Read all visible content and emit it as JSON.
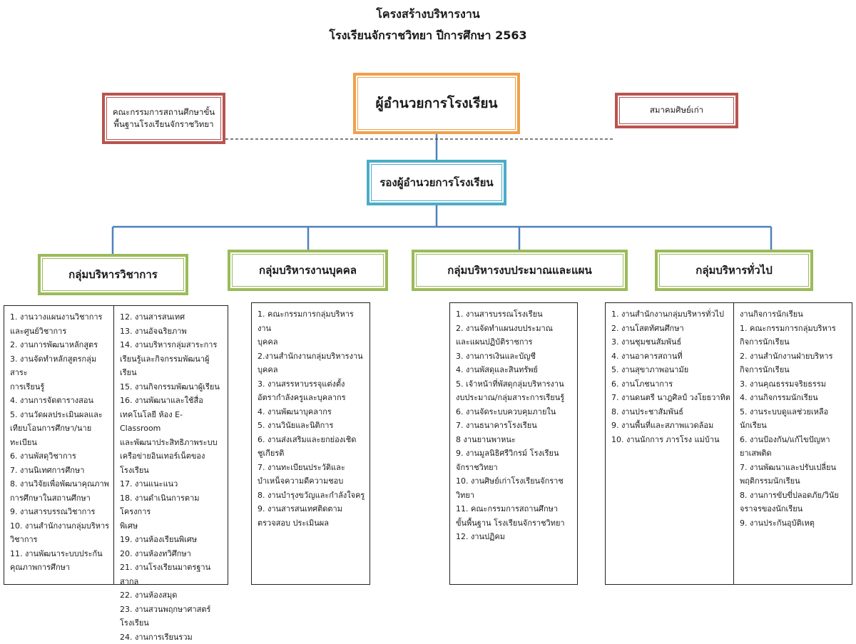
{
  "title": {
    "line1": "โครงสร้างบริหารงาน",
    "line2": "โรงเรียนจักราชวิทยา ปีการศึกษา 2563"
  },
  "top": {
    "director": "ผู้อำนวยการโรงเรียน",
    "committee": "คณะกรรมการสถานศึกษาขั้นพื้นฐานโรงเรียนจักราชวิทยา",
    "alumni": "สมาคมศิษย์เก่า",
    "deputy": "รองผู้อำนวยการโรงเรียน"
  },
  "groups": [
    {
      "name": "กลุ่มบริหารวิชาการ"
    },
    {
      "name": "กลุ่มบริหารงานบุคคล"
    },
    {
      "name": "กลุ่มบริหารงบประมาณและแผน"
    },
    {
      "name": "กลุ่มบริหารทั่วไป"
    }
  ],
  "lists": {
    "academic_a": [
      "1. งานวางแผนงานวิชาการ",
      "และศูนย์วิชาการ",
      "2. งานการพัฒนาหลักสูตร",
      "3. งานจัดทำหลักสูตรกลุ่มสาระ",
      "การเรียนรู้",
      "4. งานการจัดตารางสอน",
      "5. งานวัดผลประเมินผลและ",
      "เทียบโอนการศึกษา/นาย",
      "ทะเบียน",
      "6. งานพัสดุวิชาการ",
      "7. งานนิเทศการศึกษา",
      "8. งานวิจัยเพื่อพัฒนาคุณภาพ",
      "การศึกษาในสถานศึกษา",
      "9. งานสารบรรณวิชาการ",
      "10. งานสำนักงานกลุ่มบริหาร",
      "วิชาการ",
      "11. งานพัฒนาระบบประกัน",
      "คุณภาพการศึกษา"
    ],
    "academic_b": [
      "12. งานสารสนเทศ",
      "13. งานอัจฉริยภาพ",
      "14. งานบริหารกลุ่มสาระการ",
      "เรียนรู้และกิจกรรมพัฒนาผู้เรียน",
      "15. งานกิจกรรมพัฒนาผู้เรียน",
      "16. งานพัฒนาและใช้สื่อ",
      "เทคโนโลยี ห้อง E- Classroom",
      "และพัฒนาประสิทธิภาพระบบ",
      "เครือข่ายอินเทอร์เน็ตของโรงเรียน",
      "17. งานแนะแนว",
      "18. งานดำเนินการตามโครงการ",
      "พิเศษ",
      "19. งานห้องเรียนพิเศษ",
      "20. งานห้องทวิศึกษา",
      "21. งานโรงเรียนมาตรฐานสากล",
      "22. งานห้องสมุด",
      "23. งานสวนพฤกษาศาสตร์",
      "โรงเรียน",
      "24. งานการเรียนรวม"
    ],
    "personnel": [
      "1. คณะกรรมการกลุ่มบริหารงาน",
      "บุคคล",
      "2.งานสำนักงานกลุ่มบริหารงาน",
      "บุคคล",
      "3. งานสรรหาบรรจุแต่งตั้ง",
      "อัตรากำลังครูและบุคลากร",
      "4. งานพัฒนาบุคลากร",
      "5. งานวินัยและนิติการ",
      "6. งานส่งเสริมและยกย่องเชิด",
      "ชูเกียรติ",
      "7. งานทะเบียนประวัติและ",
      "บำเหน็จความดีความชอบ",
      "8. งานบำรุงขวัญและกำลังใจครู",
      "9. งานสารสนเทศติดตาม",
      "ตรวจสอบ ประเมินผล"
    ],
    "budget": [
      "1. งานสารบรรณโรงเรียน",
      "2. งานจัดทำแผนงบประมาณ",
      "และแผนปฏิบัติราชการ",
      "3. งานการเงินและบัญชี",
      "4. งานพัสดุและสินทรัพย์",
      "5. เจ้าหน้าที่พัสดุกลุ่มบริหารงาน",
      "งบประมาณ/กลุ่มสาระการเรียนรู้",
      "6. งานจัดระบบควบคุมภายใน",
      "7. งานธนาคารโรงเรียน",
      "8 งานยานพาหนะ",
      "9. งานมูลนิธิศรีวิกรม์ โรงเรียน",
      "จักราชวิทยา",
      "10. งานศิษย์เก่าโรงเรียนจักราชวิทยา",
      "11. คณะกรรมการสถานศึกษา",
      "ขั้นพื้นฐาน โรงเรียนจักราชวิทยา",
      "12. งานปฏิคม"
    ],
    "general_a": [
      "1. งานสำนักงานกลุ่มบริหารทั่วไป",
      "2. งานโสตทัศนศึกษา",
      "3. งานชุมชนสัมพันธ์",
      "4. งานอาคารสถานที่",
      "5. งานสุขาภาพอนามัย",
      "6. งานโภชนาการ",
      "7. งานดนตรี นาฎศิลป์ วงโยธวาทิต",
      "8. งานประชาสัมพันธ์",
      "9. งานพื้นที่และสภาพแวดล้อม",
      "10. งานนักการ ภารโรง แม่บ้าน"
    ],
    "general_b": [
      "งานกิจการนักเรียน",
      "1. คณะกรรมการกลุ่มบริหาร",
      "กิจการนักเรียน",
      "2. งานสำนักงานฝ่ายบริหาร",
      "กิจการนักเรียน",
      "3. งานคุณธรรมจริยธรรม",
      "4. งานกิจกรรมนักเรียน",
      "5. งานระบบดูแลช่วยเหลือ",
      "นักเรียน",
      "6. งานป้องกัน/แก้ไขปัญหา",
      "ยาเสพติด",
      "7. งานพัฒนาและปรับเปลี่ยน",
      "พฤติกรรมนักเรียน",
      "8. งานการขับขี่ปลอดภัย/วินัย",
      "จราจรของนักเรียน",
      "9. งานประกันอุบัติเหตุ"
    ]
  },
  "colors": {
    "director_border": "#f0a04b",
    "side_border": "#b85450",
    "deputy_border": "#4bacc6",
    "group_border": "#9bbb59",
    "connector": "#4f81bd"
  }
}
